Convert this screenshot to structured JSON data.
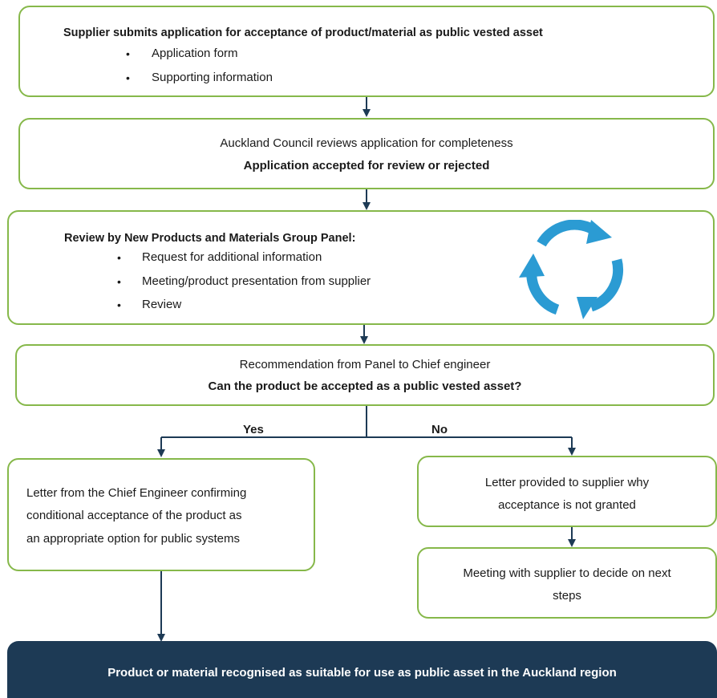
{
  "box1": {
    "title": "Supplier submits application for acceptance of product/material as public vested asset",
    "bullets": [
      "Application form",
      "Supporting information"
    ]
  },
  "box2": {
    "line1": "Auckland Council reviews application for completeness",
    "line2": "Application accepted for review or rejected"
  },
  "box3": {
    "title": "Review by New Products and Materials Group Panel:",
    "bullets": [
      "Request for additional information",
      "Meeting/product presentation from supplier",
      "Review"
    ],
    "cycle_icon": "cycle-arrows-icon"
  },
  "box4": {
    "line1": "Recommendation  from Panel to Chief engineer",
    "line2": "Can the product be accepted as a public vested asset?"
  },
  "branch": {
    "yes": "Yes",
    "no": "No"
  },
  "box_yes": {
    "lines": [
      "Letter from the Chief Engineer confirming",
      "conditional acceptance of the product as",
      "an appropriate option  for public systems"
    ]
  },
  "box_no": {
    "lines": [
      "Letter provided to supplier why",
      "acceptance is not granted"
    ]
  },
  "box_next": {
    "lines": [
      "Meeting  with supplier to decide on next",
      "steps"
    ]
  },
  "final": {
    "text": "Product or material recognised as suitable for use  as public asset in the Auckland region"
  },
  "colors": {
    "box_border": "#86b84a",
    "arrow": "#1d3a55",
    "final_bg": "#1d3a55",
    "cycle": "#2b9bd3"
  }
}
